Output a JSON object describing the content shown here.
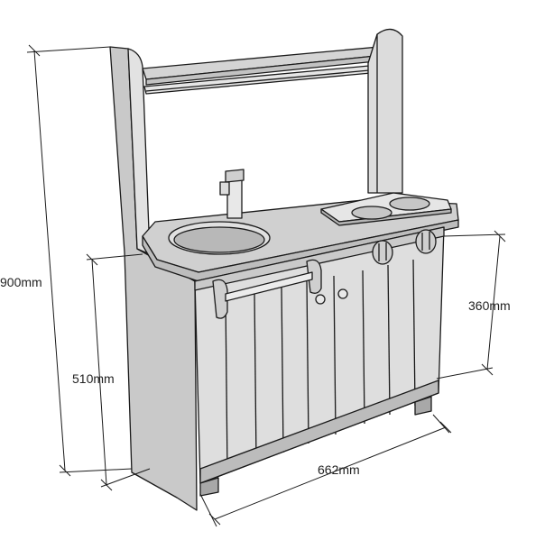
{
  "dimensions": {
    "total_height": "900mm",
    "counter_height": "510mm",
    "cabinet_depth": "360mm",
    "width": "662mm"
  },
  "colors": {
    "wood": "#d4d4d4",
    "wood_light": "#e4e4e4",
    "wood_dark": "#9a9a9a",
    "line": "#1a1a1a",
    "background": "#ffffff"
  }
}
